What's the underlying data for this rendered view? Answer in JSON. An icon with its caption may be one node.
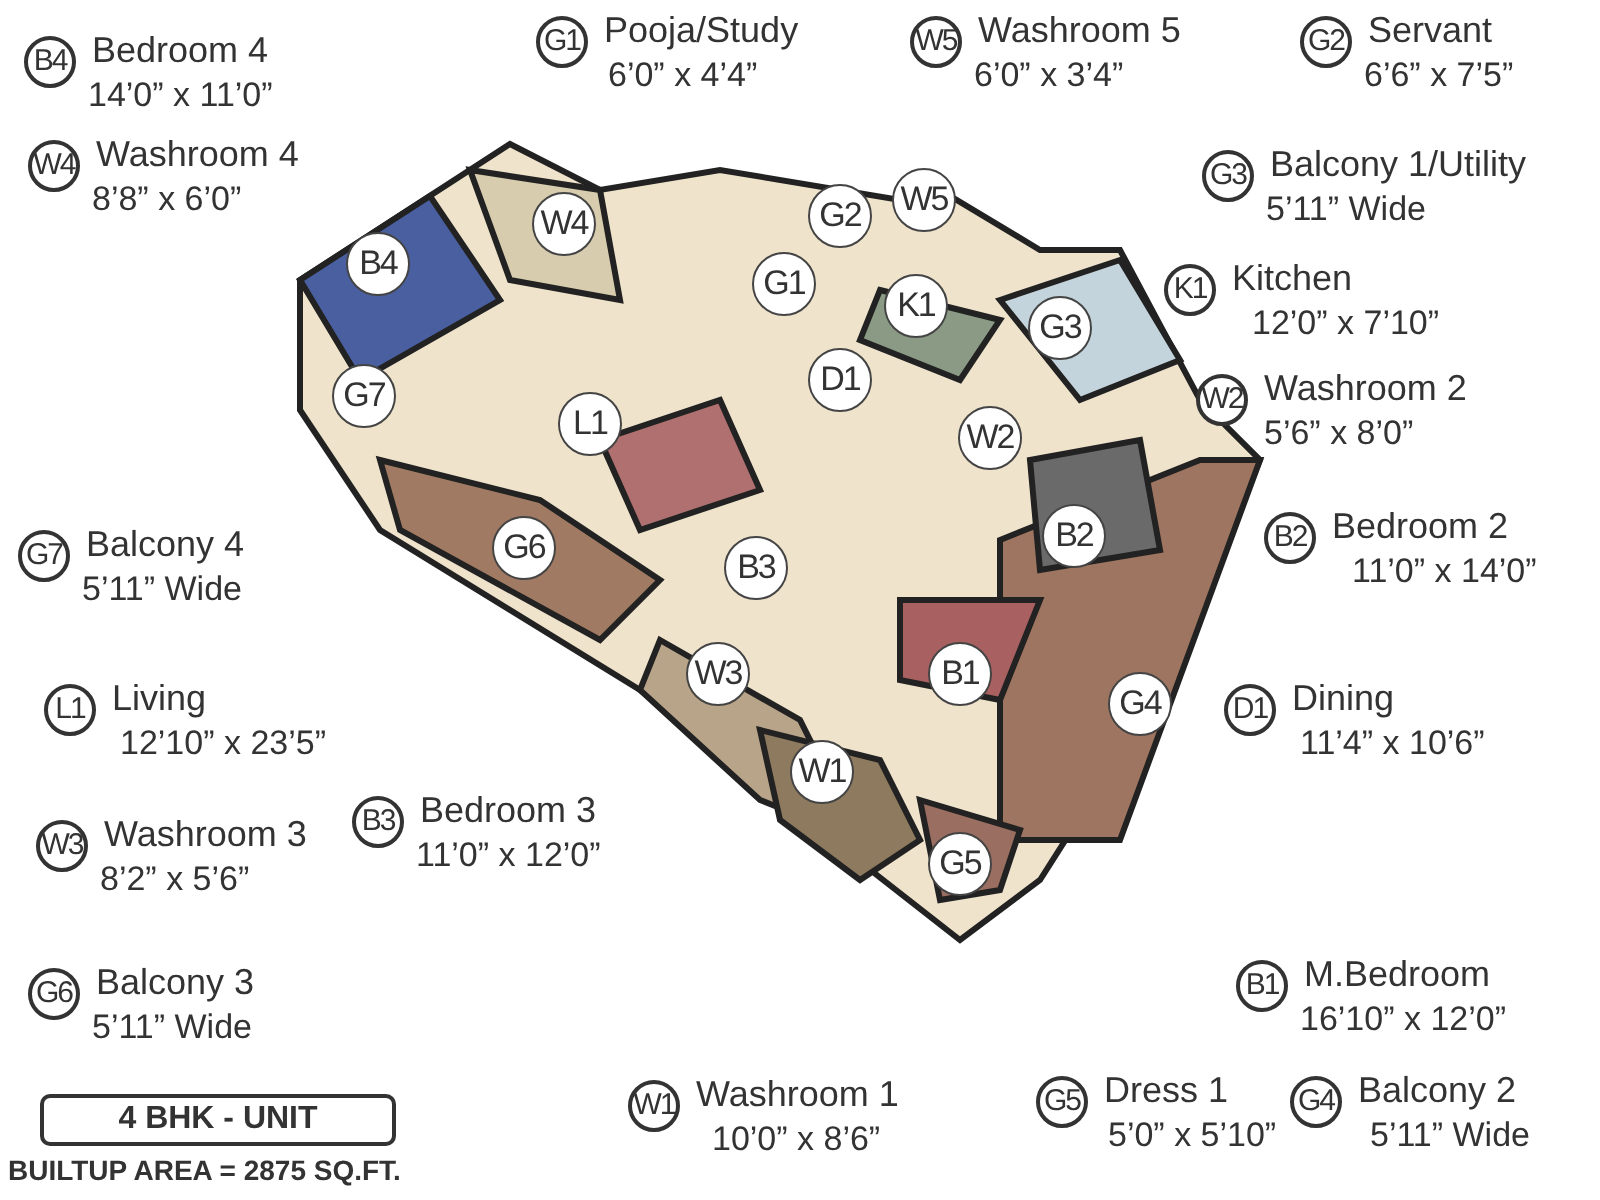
{
  "diagram": {
    "nodes": [
      {
        "text": [
          "B4"
        ],
        "beside": [
          "Bedroom 4",
          "14’0” x 11’0”"
        ]
      },
      {
        "text": [
          "G1"
        ],
        "beside": [
          "Pooja/Study",
          "6’0” x 4’4”"
        ]
      },
      {
        "text": [
          "W5"
        ],
        "beside": [
          "Washroom 5",
          "6’0” x 3’4”"
        ]
      },
      {
        "text": [
          "G2"
        ],
        "beside": [
          "Servant",
          "6’6” x 7’5”"
        ]
      },
      {
        "text": [
          "W4"
        ],
        "beside": [
          "Washroom 4",
          "8’8” x 6’0”"
        ]
      },
      {
        "text": [
          "G3"
        ],
        "beside": [
          "Balcony 1/Utility",
          "5’11” Wide"
        ]
      },
      {
        "text": [
          "K1"
        ],
        "beside": [
          "Kitchen",
          "12’0” x 7’10”"
        ]
      },
      {
        "text": [
          "W2"
        ],
        "beside": [
          "Washroom 2",
          "5’6” x 8’0”"
        ]
      },
      {
        "text": [
          "B2"
        ],
        "beside": [
          "Bedroom 2",
          "11’0” x 14’0”"
        ]
      },
      {
        "text": [
          "G7"
        ],
        "beside": [
          "Balcony 4",
          "5’11” Wide"
        ]
      },
      {
        "text": [
          "L1"
        ],
        "beside": [
          "Living",
          "12’10” x 23’5”"
        ]
      },
      {
        "text": [
          "D1"
        ],
        "beside": [
          "Dining",
          "11’4” x 10’6”"
        ]
      },
      {
        "text": [
          "B3"
        ],
        "beside": [
          "Bedroom 3",
          "11’0” x 12’0”"
        ]
      },
      {
        "text": [
          "W3"
        ],
        "beside": [
          "Washroom 3",
          "8’2” x 5’6”"
        ]
      },
      {
        "text": [
          "G6"
        ],
        "beside": [
          "Balcony 3",
          "5’11” Wide"
        ]
      },
      {
        "text": [
          "B1"
        ],
        "beside": [
          "M.Bedroom",
          "16’10” x 12’0”"
        ]
      },
      {
        "text": [
          "W1"
        ],
        "beside": [
          "Washroom 1",
          "10’0” x 8’6”"
        ]
      },
      {
        "text": [
          "G5"
        ],
        "beside": [
          "Dress 1",
          "5’0” x 5’10”"
        ]
      },
      {
        "text": [
          "G4"
        ],
        "beside": [
          "Balcony 2",
          "5’11” Wide"
        ]
      },
      {
        "text": [
          "4 BHK - UNIT"
        ]
      },
      {
        "text": [
          "W4"
        ]
      },
      {
        "text": [
          "G1"
        ]
      },
      {
        "text": [
          "G2"
        ]
      },
      {
        "text": [
          "W5"
        ]
      },
      {
        "text": [
          "B4"
        ]
      },
      {
        "text": [
          "K1"
        ]
      },
      {
        "text": [
          "G3"
        ]
      },
      {
        "text": [
          "D1"
        ]
      },
      {
        "text": [
          "G7"
        ]
      },
      {
        "text": [
          "L1"
        ]
      },
      {
        "text": [
          "W2"
        ]
      },
      {
        "text": [
          "B2"
        ]
      },
      {
        "text": [
          "G6"
        ]
      },
      {
        "text": [
          "B3"
        ]
      },
      {
        "text": [
          "B1"
        ]
      },
      {
        "text": [
          "W3"
        ]
      },
      {
        "text": [
          "G4"
        ]
      },
      {
        "text": [
          "W1"
        ]
      },
      {
        "text": [
          "G5"
        ]
      }
    ],
    "edges": [],
    "labels": [
      "BUILTUP AREA = 2875 SQ.FT."
    ]
  }
}
